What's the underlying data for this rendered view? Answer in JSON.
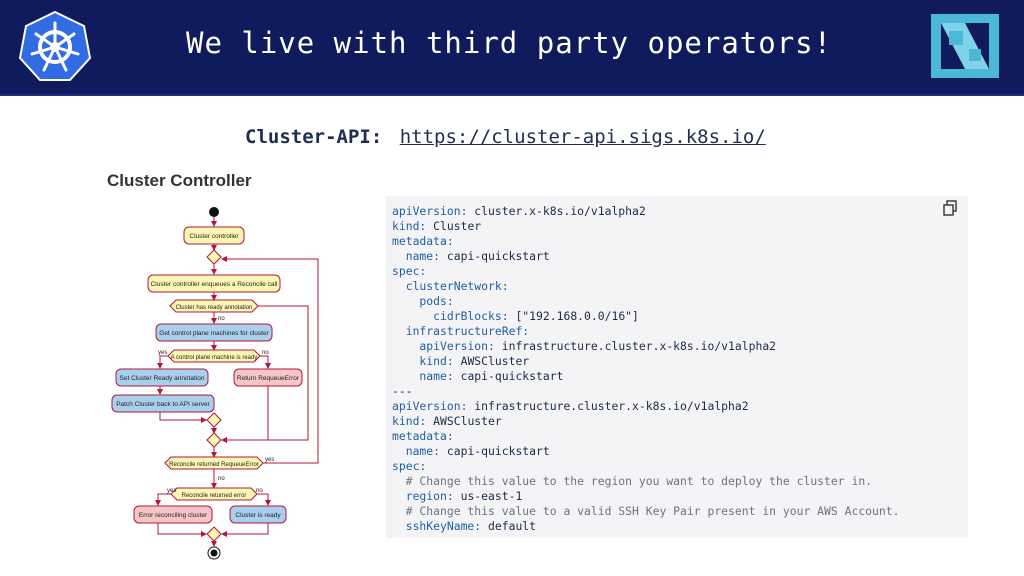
{
  "header": {
    "title": "We live with third party operators!"
  },
  "subtitle": {
    "label": "Cluster-API:",
    "link": "https://cluster-api.sigs.k8s.io/"
  },
  "section": {
    "heading": "Cluster Controller"
  },
  "flowchart": {
    "nodes": {
      "cluster_controller": "Cluster controller",
      "enqueue": "Cluster controller enqueues a Reconcile call",
      "get_cp": "Get control plane machines for cluster",
      "set_ready": "Set Cluster Ready annotation",
      "return_requeue": "Return RequeueError",
      "patch": "Patch Cluster back to API server",
      "error_reconciling": "Error reconciling cluster",
      "is_ready": "Cluster is ready"
    },
    "decisions": {
      "has_ready": "Cluster has ready annotation",
      "cp_ready": "A control plane machine is ready",
      "reconcile_requeue": "Reconcile returned RequeueError",
      "reconcile_error": "Reconcile returned error"
    },
    "labels": {
      "yes": "yes",
      "no": "no"
    }
  },
  "code": {
    "lines": [
      {
        "k": "apiVersion:",
        "v": " cluster.x-k8s.io/v1alpha2"
      },
      {
        "k": "kind:",
        "v": " Cluster"
      },
      {
        "k": "metadata:",
        "v": ""
      },
      {
        "k": "  name:",
        "v": " capi-quickstart"
      },
      {
        "k": "spec:",
        "v": ""
      },
      {
        "k": "  clusterNetwork:",
        "v": ""
      },
      {
        "k": "    pods:",
        "v": ""
      },
      {
        "k": "      cidrBlocks:",
        "v": " [\"192.168.0.0/16\"]"
      },
      {
        "k": "  infrastructureRef:",
        "v": ""
      },
      {
        "k": "    apiVersion:",
        "v": " infrastructure.cluster.x-k8s.io/v1alpha2"
      },
      {
        "k": "    kind:",
        "v": " AWSCluster"
      },
      {
        "k": "    name:",
        "v": " capi-quickstart"
      },
      {
        "k": "",
        "v": "---"
      },
      {
        "k": "apiVersion:",
        "v": " infrastructure.cluster.x-k8s.io/v1alpha2"
      },
      {
        "k": "kind:",
        "v": " AWSCluster"
      },
      {
        "k": "metadata:",
        "v": ""
      },
      {
        "k": "  name:",
        "v": " capi-quickstart"
      },
      {
        "k": "spec:",
        "v": ""
      },
      {
        "c": "  # Change this value to the region you want to deploy the cluster in."
      },
      {
        "k": "  region:",
        "v": " us-east-1"
      },
      {
        "c": "  # Change this value to a valid SSH Key Pair present in your AWS Account."
      },
      {
        "k": "  sshKeyName:",
        "v": " default"
      }
    ]
  },
  "icons": {
    "kubernetes": "kubernetes-logo",
    "cncf": "cncf-logo",
    "copy": "copy-icon"
  },
  "colors": {
    "banner": "#0f1b5c",
    "yellow_node": "#fdf6b5",
    "blue_node": "#a9cfee",
    "red_node": "#f6c6c6",
    "arrow": "#b0183a"
  }
}
